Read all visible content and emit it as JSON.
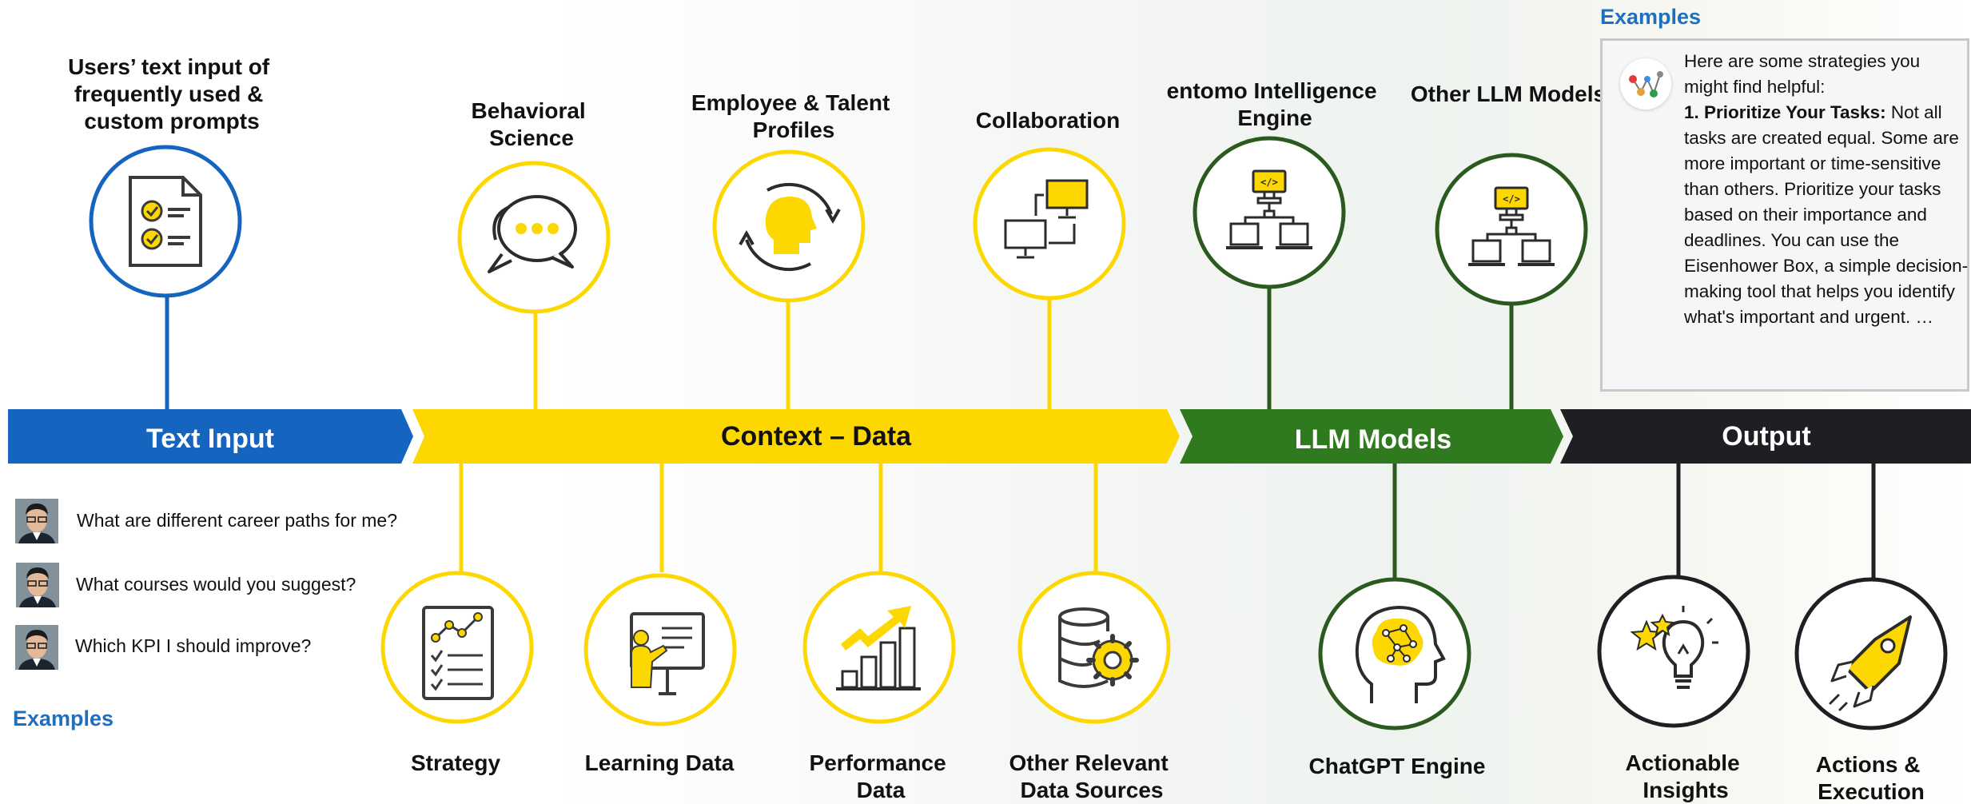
{
  "colors": {
    "blue": "#1565c0",
    "yellow": "#fdd800",
    "green": "#2f7a1f",
    "dark_green": "#2b5a1e",
    "black": "#1e1f23",
    "link_blue": "#1f6fbf"
  },
  "bands": {
    "text_input": "Text Input",
    "context_data": "Context – Data",
    "llm_models": "LLM Models",
    "output": "Output"
  },
  "top_nodes": {
    "users_input": [
      "Users’ text input of",
      "frequently used &",
      "custom prompts"
    ],
    "behavioral": [
      "Behavioral",
      "Science"
    ],
    "employee": [
      "Employee & Talent",
      "Profiles"
    ],
    "collaboration": [
      "Collaboration"
    ],
    "entomo": [
      "entomo Intelligence",
      "Engine"
    ],
    "other_llm": [
      "Other LLM Models"
    ]
  },
  "bottom_nodes": {
    "strategy": [
      "Strategy"
    ],
    "learning": [
      "Learning Data"
    ],
    "performance": [
      "Performance",
      "Data"
    ],
    "other_sources": [
      "Other Relevant",
      "Data Sources"
    ],
    "chatgpt": [
      "ChatGPT Engine"
    ],
    "insights": [
      "Actionable",
      "Insights"
    ],
    "actions": [
      "Actions &",
      "Execution"
    ]
  },
  "icons": {
    "users_input": "checklist-document-icon",
    "behavioral": "chat-bubbles-icon",
    "employee": "head-cycle-icon",
    "collaboration": "networked-computers-icon",
    "entomo": "code-network-icon",
    "other_llm": "code-network-icon",
    "strategy": "strategy-clipboard-icon",
    "learning": "presenter-board-icon",
    "performance": "growth-bars-icon",
    "other_sources": "database-gear-icon",
    "chatgpt": "brain-head-icon",
    "insights": "lightbulb-stars-icon",
    "actions": "rocket-icon"
  },
  "examples_left": {
    "heading": "Examples",
    "questions": [
      "What are different career paths for me?",
      "What courses would you suggest?",
      "Which KPI I should improve?"
    ]
  },
  "examples_right": {
    "heading": "Examples",
    "intro": "Here are some strategies you might find helpful:",
    "point_title": "1. Prioritize Your Tasks:",
    "point_body": "Not all tasks are created equal. Some are more important or time-sensitive than others. Prioritize your tasks based on their importance and deadlines. You can use the Eisenhower Box, a simple decision-making tool that helps you identify what's important and urgent. …"
  }
}
